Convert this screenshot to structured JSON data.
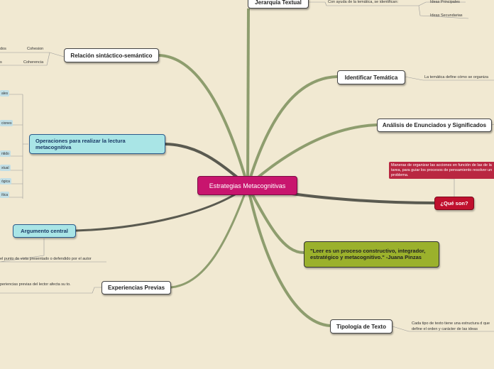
{
  "colors": {
    "background": "#f1e9d2",
    "center": "#c8156e",
    "pink_card": "#b92741",
    "qs_red": "#c0102e",
    "teal": "#a9e5e6",
    "olive": "#9bb12c",
    "link": "#8e9d6e",
    "dark_link": "#5a5a50"
  },
  "center": {
    "label": "Estrategias Metacognitivas"
  },
  "nodes": {
    "jerarquia": "Jerarquía Textual",
    "identificar": "Identificar Temática",
    "analisis": "Análisis de Enunciados y Significados",
    "que_son": "¿Qué son?",
    "quote": "\"Leer es un proceso constructivo, integrador, estratégico y metacognitivo.\" -Juana Pinzas",
    "tipologia": "Tipología de Texto",
    "relacion": "Relación sintáctico-semántico",
    "operaciones": "Operaciones para realizar la lectura metacognitiva",
    "argumento": "Argumento central",
    "experiencias": "Experiencias Previas"
  },
  "notes": {
    "jerarquia_help": "Con ayuda de la temática, se identifican:",
    "ideas_principales": "Ideas Principales",
    "ideas_secundarias": "Ideas Secundarias",
    "tematica_define": "La temática define cómo se organiza",
    "que_son_def": "Maneras de organizar las acciones en función de las de la tarea, para guiar los procesos de pensamiento resolver un problema.",
    "tipologia_def": "Cada tipo de texto tiene una estructura d que define el orden y carácter de las ideas",
    "cohesion": "Cohesion",
    "coherencia": "Coherencia",
    "relacion_left_1": "dos",
    "relacion_left_2": "s",
    "argumento_def": "el punto de vista presentado o defendido por el autor",
    "experiencias_def": "periencias previas del lector afecta su to."
  },
  "op_items": [
    "ales",
    "ciones",
    "ntido",
    "xtual",
    "ógica",
    "ítica"
  ]
}
